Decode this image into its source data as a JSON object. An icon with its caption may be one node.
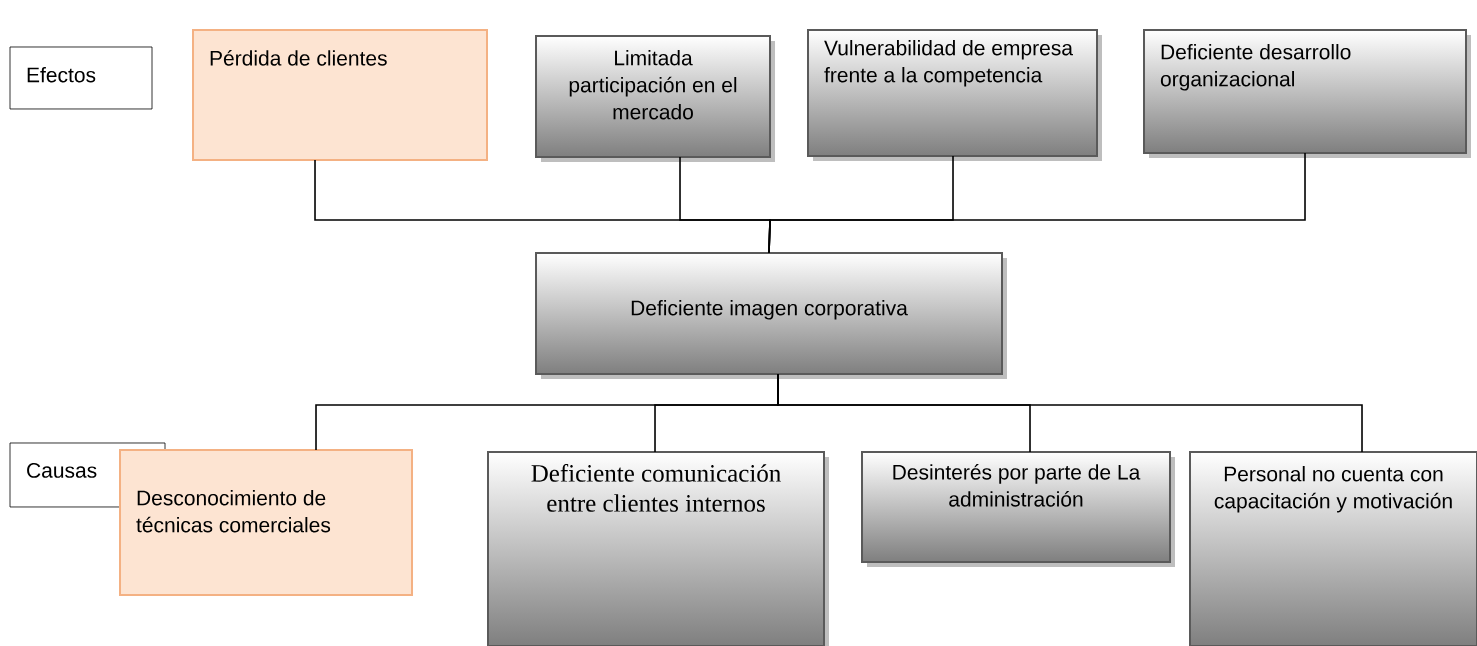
{
  "diagram": {
    "nodes": [
      {
        "text": [
          "Efectos"
        ]
      },
      {
        "text": [
          "Pérdida de clientes"
        ]
      },
      {
        "text": [
          "Limitada participación en el mercado"
        ]
      },
      {
        "text": [
          "Vulnerabilidad de empresa frente a la competencia"
        ]
      },
      {
        "text": [
          "Deficiente desarrollo organizacional"
        ]
      },
      {
        "text": [
          "Deficiente imagen corporativa"
        ]
      },
      {
        "text": [
          "Causas"
        ]
      },
      {
        "text": [
          "Desconocimiento de técnicas comerciales"
        ]
      },
      {
        "text": [
          "Deficiente comunicación entre clientes internos"
        ]
      },
      {
        "text": [
          "Desinterés por parte de La administración"
        ]
      },
      {
        "text": [
          "Personal no cuenta con capacitación y motivación"
        ]
      }
    ],
    "edges": [
      {
        "from": 1,
        "to": 5,
        "arrow": "none"
      },
      {
        "from": 2,
        "to": 5,
        "arrow": "none"
      },
      {
        "from": 3,
        "to": 5,
        "arrow": "none"
      },
      {
        "from": 4,
        "to": 5,
        "arrow": "none"
      },
      {
        "from": 5,
        "to": 7,
        "arrow": "none"
      },
      {
        "from": 5,
        "to": 8,
        "arrow": "none"
      },
      {
        "from": 5,
        "to": 9,
        "arrow": "none"
      },
      {
        "from": 5,
        "to": 10,
        "arrow": "none"
      }
    ]
  }
}
